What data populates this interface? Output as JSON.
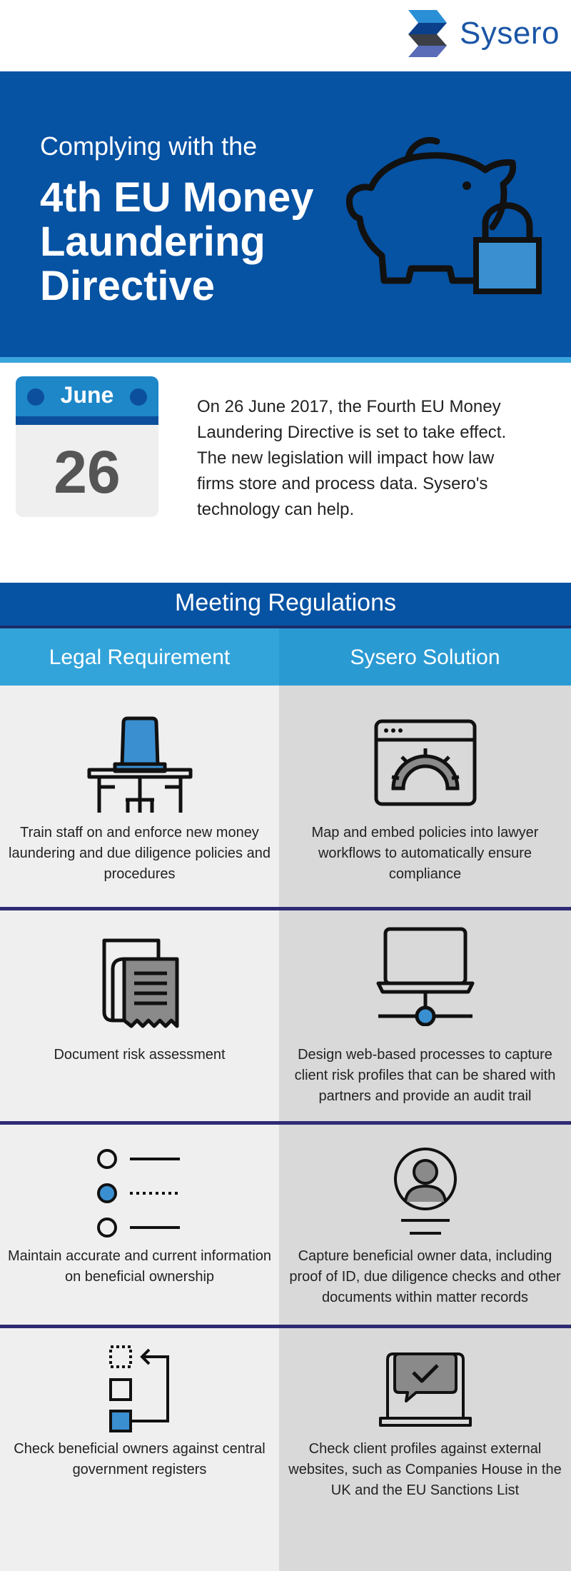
{
  "brand": {
    "name": "Sysero",
    "color": "#1b56a6"
  },
  "hero": {
    "subtitle": "Complying with the",
    "title": "4th EU Money Laundering Directive",
    "icon": "piggy-bank-lock-icon"
  },
  "calendar": {
    "month": "June",
    "day": "26"
  },
  "intro_text": "On 26 June 2017, the Fourth EU Money Laundering Directive is set to take effect. The new legislation will impact how law firms store and process data. Sysero's technology can help.",
  "section": {
    "title": "Meeting Regulations",
    "col_left": "Legal Requirement",
    "col_right": "Sysero Solution"
  },
  "rows": [
    {
      "requirement": "Train staff on and enforce new money laundering and due diligence policies and procedures",
      "requirement_icon": "desk-chair-icon",
      "solution": "Map and embed policies into lawyer workflows to automatically ensure compliance",
      "solution_icon": "browser-gear-icon"
    },
    {
      "requirement": "Document risk assessment",
      "requirement_icon": "documents-icon",
      "solution": "Design web-based processes to capture client risk profiles that can be shared with partners and provide an audit trail",
      "solution_icon": "laptop-network-icon"
    },
    {
      "requirement": "Maintain accurate and current information on beneficial ownership",
      "requirement_icon": "list-options-icon",
      "solution": "Capture beneficial owner data, including proof of ID, due diligence checks and other documents within matter records",
      "solution_icon": "user-profile-icon"
    },
    {
      "requirement": "Check beneficial owners against central government registers",
      "requirement_icon": "checklist-flow-icon",
      "solution": "Check client profiles against external websites, such as Companies House in the UK and the EU Sanctions List",
      "solution_icon": "laptop-check-chat-icon"
    }
  ],
  "colors": {
    "primary_blue": "#0652a3",
    "light_blue": "#33a4da",
    "accent_blue": "#3a8fd1",
    "separator": "#2f2b73"
  }
}
